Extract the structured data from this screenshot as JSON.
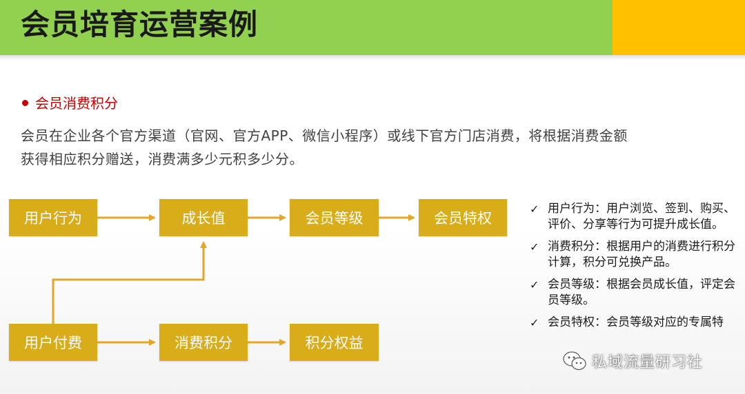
{
  "header": {
    "title": "会员培育运营案例",
    "accent_green": "#92d050",
    "accent_yellow": "#ffc000"
  },
  "section": {
    "heading": "会员消费积分",
    "description_line1": "会员在企业各个官方渠道（官网、官方APP、微信小程序）或线下官方门店消费，将根据消费金额",
    "description_line2": "获得相应积分赠送，消费满多少元积多少分。"
  },
  "flow": {
    "box_color": "#d9ac1a",
    "top_row": [
      "用户行为",
      "成长值",
      "会员等级",
      "会员特权"
    ],
    "bottom_row": [
      "用户付费",
      "消费积分",
      "积分权益"
    ]
  },
  "notes": [
    "用户行为：用户浏览、签到、购买、评价、分享等行为可提升成长值。",
    "消费积分：根据用户的消费进行积分计算，积分可兑换产品。",
    "会员等级：根据会员成长值，评定会员等级。",
    "会员特权：会员等级对应的专属特"
  ],
  "watermark": {
    "icon": "wechat-icon",
    "text": "私域流量研习社"
  }
}
